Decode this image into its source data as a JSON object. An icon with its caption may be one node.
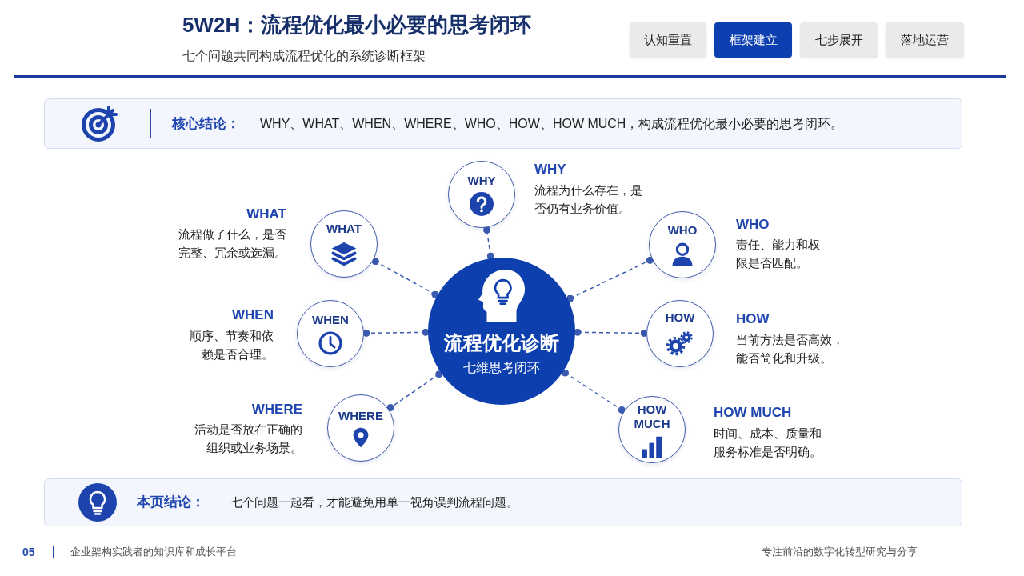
{
  "diagram": {
    "title": "5W2H：流程优化最小必要的思考闭环",
    "nodes": [
      {
        "text": [
          "认知重置"
        ]
      },
      {
        "text": [
          "框架建立"
        ]
      },
      {
        "text": [
          "七步展开"
        ]
      },
      {
        "text": [
          "落地运营"
        ]
      },
      {
        "text": [
          "核心结论：",
          "WHY、WHAT、WHEN、WHERE、WHO、HOW、HOW MUCH，构成流程优化最小必要的思考闭环。"
        ]
      },
      {
        "text": [
          "流程优化诊断",
          "七维思考闭环"
        ]
      },
      {
        "text": [
          "WHY"
        ],
        "beside": [
          "WHY",
          "流程为什么存在，是否仍有业务价值。"
        ]
      },
      {
        "text": [
          "WHAT"
        ],
        "beside": [
          "WHAT",
          "流程做了什么，是否完整、冗余或选漏。"
        ]
      },
      {
        "text": [
          "WHEN"
        ],
        "beside": [
          "WHEN",
          "顺序、节奏和依赖是否合理。"
        ]
      },
      {
        "text": [
          "WHERE"
        ],
        "beside": [
          "WHERE",
          "活动是否放在正确的组织或业务场景。"
        ]
      },
      {
        "text": [
          "WHO"
        ],
        "beside": [
          "WHO",
          "责任、能力和权限是否匹配。"
        ]
      },
      {
        "text": [
          "HOW"
        ],
        "beside": [
          "HOW",
          "当前方法是否高效，能否简化和升级。"
        ]
      },
      {
        "text": [
          "HOW MUCH"
        ],
        "beside": [
          "HOW MUCH",
          "时间、成本、质量和服务标准是否明确。"
        ]
      },
      {
        "text": [
          "本页结论：",
          "七个问题一起看，才能避免用单一视角误判流程问题。"
        ]
      }
    ],
    "edges": [
      {
        "from": 5,
        "to": 6,
        "arrow": "other",
        "style": "dashed"
      },
      {
        "from": 5,
        "to": 7,
        "arrow": "other",
        "style": "dashed"
      },
      {
        "from": 5,
        "to": 8,
        "arrow": "other",
        "style": "dashed"
      },
      {
        "from": 5,
        "to": 9,
        "arrow": "other",
        "style": "dashed"
      },
      {
        "from": 5,
        "to": 10,
        "arrow": "other",
        "style": "dashed"
      },
      {
        "from": 5,
        "to": 11,
        "arrow": "other",
        "style": "dashed"
      },
      {
        "from": 5,
        "to": 12,
        "arrow": "other",
        "style": "dashed"
      }
    ],
    "labels": [
      "七个问题共同构成流程优化的系统诊断框架",
      "05",
      "企业架构实践者的知识库和成长平台",
      "专注前沿的数字化转型研究与分享"
    ]
  }
}
